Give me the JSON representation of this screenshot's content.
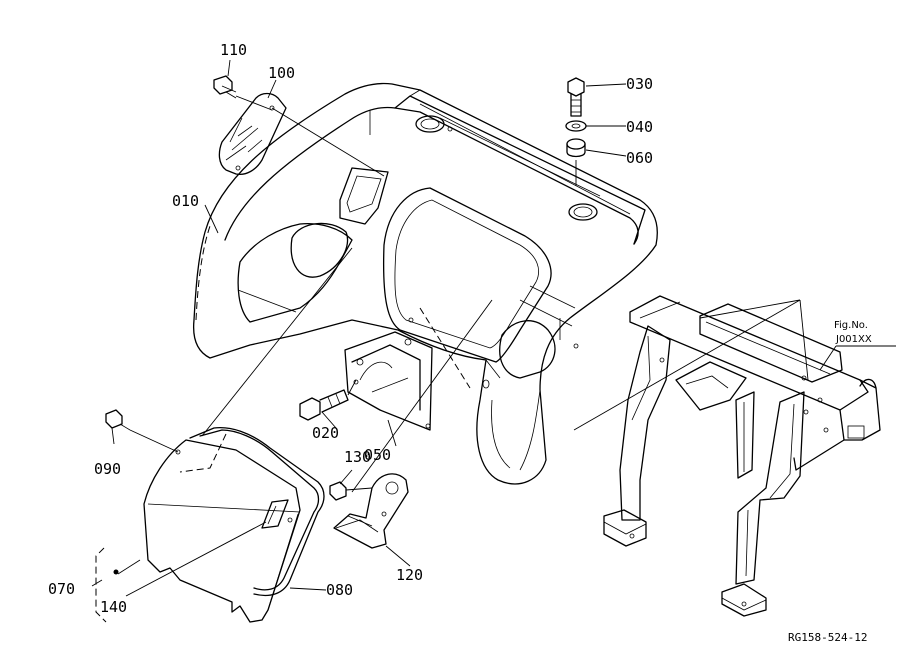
{
  "diagram": {
    "figure_ref": "RG158-524-12",
    "frame_ref": {
      "caption_line1": "Fig.No.",
      "caption_line2": "J001XX"
    },
    "callouts": [
      {
        "id": "p010",
        "number": "010"
      },
      {
        "id": "p020",
        "number": "020"
      },
      {
        "id": "p030",
        "number": "030"
      },
      {
        "id": "p040",
        "number": "040"
      },
      {
        "id": "p050",
        "number": "050"
      },
      {
        "id": "p060",
        "number": "060"
      },
      {
        "id": "p070",
        "number": "070"
      },
      {
        "id": "p080",
        "number": "080"
      },
      {
        "id": "p090",
        "number": "090"
      },
      {
        "id": "p100",
        "number": "100"
      },
      {
        "id": "p110",
        "number": "110"
      },
      {
        "id": "p120",
        "number": "120"
      },
      {
        "id": "p130",
        "number": "130"
      },
      {
        "id": "p140",
        "number": "140"
      }
    ]
  }
}
